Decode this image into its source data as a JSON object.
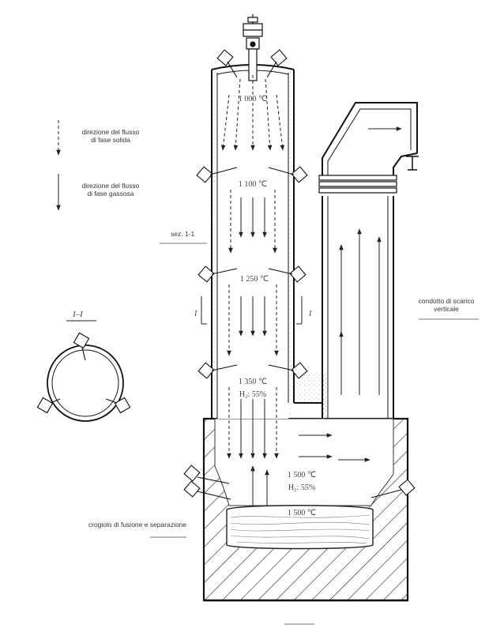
{
  "legend": {
    "solid_flow": [
      "direzione del flusso",
      "di fase solida"
    ],
    "gas_flow": [
      "direzione del flusso",
      "di fase gassosa"
    ]
  },
  "labels": {
    "section_ref": "sez. 1-1",
    "section_title": "I–I",
    "section_mark": "I",
    "exhaust_duct": [
      "condotto di scarico",
      "verticale"
    ],
    "crucible": "crogiolo di fusione e separazione"
  },
  "temperatures": {
    "t1": "1 000 ℃",
    "t2": "1 100 ℃",
    "t3": "1 250 ℃",
    "t4": "1 350 ℃",
    "t5": "1 500 ℃",
    "t6": "1 500 ℃"
  },
  "hydrogen": {
    "shaft_base": "H₂: 55%",
    "crucible": "H₂:  55%"
  }
}
